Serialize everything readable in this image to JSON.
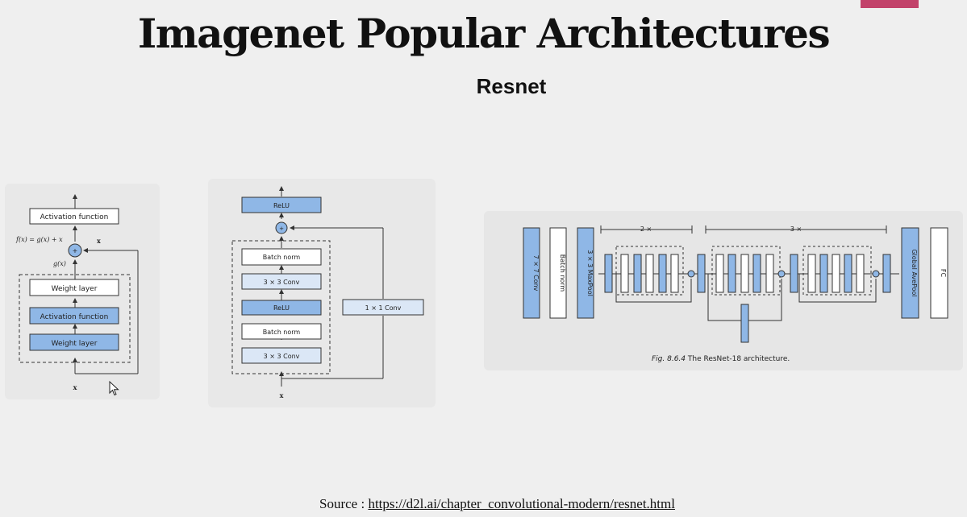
{
  "slide": {
    "title": "Imagenet Popular Architectures",
    "subtitle": "Resnet",
    "accent_color": "#c2426a",
    "source_prefix": "Source : ",
    "source_url": "https://d2l.ai/chapter_convolutional-modern/resnet.html"
  },
  "block1": {
    "activation_top": "Activation function",
    "fx_label": "f(x) = g(x) + x",
    "gx_label": "g(x)",
    "x_skip": "x",
    "weight_top": "Weight layer",
    "activation_mid": "Activation function",
    "weight_bottom": "Weight layer",
    "input_x": "x"
  },
  "block2": {
    "relu_top": "ReLU",
    "batchnorm_top": "Batch norm",
    "conv_top": "3 × 3 Conv",
    "relu_mid": "ReLU",
    "batchnorm_bottom": "Batch norm",
    "conv_bottom": "3 × 3 Conv",
    "shortcut_conv": "1 × 1 Conv",
    "input_x": "x"
  },
  "resnet18": {
    "conv7": "7 × 7 Conv",
    "batchnorm": "Batch norm",
    "maxpool": "3 × 3 MaxPool",
    "repeat_2": "2 ×",
    "repeat_3": "3 ×",
    "global_avgpool": "Global AvePool",
    "fc": "FC",
    "caption_fig": "Fig. 8.6.4",
    "caption_text": " The ResNet-18 architecture."
  },
  "colors": {
    "blue_fill": "#8fb7e6",
    "light_fill": "#dbe7f6",
    "white_fill": "#ffffff",
    "stroke": "#333333"
  },
  "icons": {
    "pointer": "mouse-pointer-icon",
    "add": "add-circle-icon"
  }
}
